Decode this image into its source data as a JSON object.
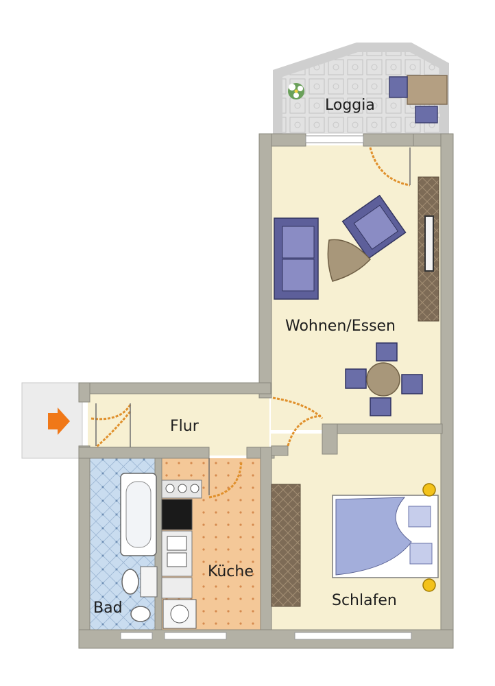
{
  "rooms": {
    "loggia": "Loggia",
    "wohnen": "Wohnen/Essen",
    "flur": "Flur",
    "kueche": "Küche",
    "bad": "Bad",
    "schlafen": "Schlafen"
  },
  "colors": {
    "wall": "#b3b1a5",
    "wall_shadow": "#8a887d",
    "floor_living": "#f7f0d2",
    "floor_kitchen": "#f4c898",
    "floor_bath": "#c9dcef",
    "entrance": "#ececec",
    "arrow": "#f07818",
    "door_arc": "#e0902c",
    "sofa": "#5d5f9a",
    "sofa_light": "#8a8cc4",
    "bed": "#a3aedb",
    "cabinet": "#7a6a55",
    "table_wood": "#a8977a",
    "lamp": "#f3c21a",
    "loggia_floor": "#dcdcdc"
  },
  "icons": {
    "entrance_arrow": "arrow-right-icon",
    "plant": "plant-icon"
  }
}
